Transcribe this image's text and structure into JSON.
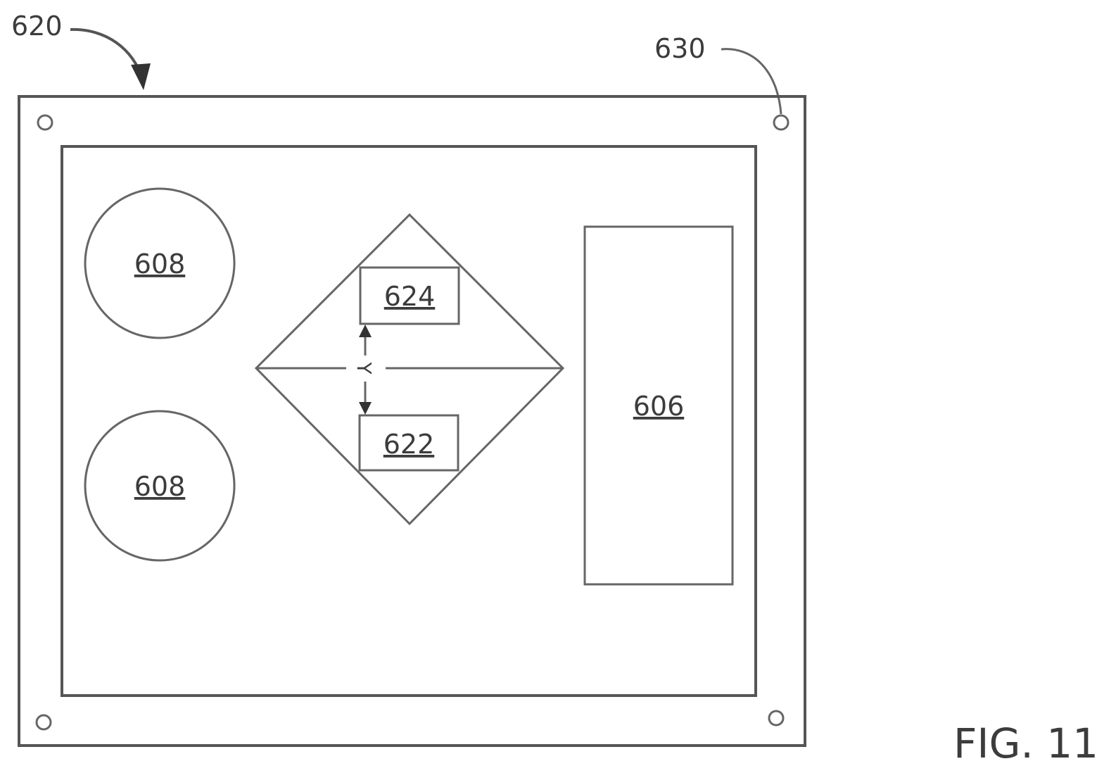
{
  "figure": {
    "caption": "FIG. 11",
    "ref_outer_panel": "620",
    "ref_mount_hole": "630",
    "components": {
      "upper_circle": "608",
      "lower_circle": "608",
      "upper_box": "624",
      "lower_box": "622",
      "gap_symbol": "Y",
      "right_panel": "606"
    }
  }
}
